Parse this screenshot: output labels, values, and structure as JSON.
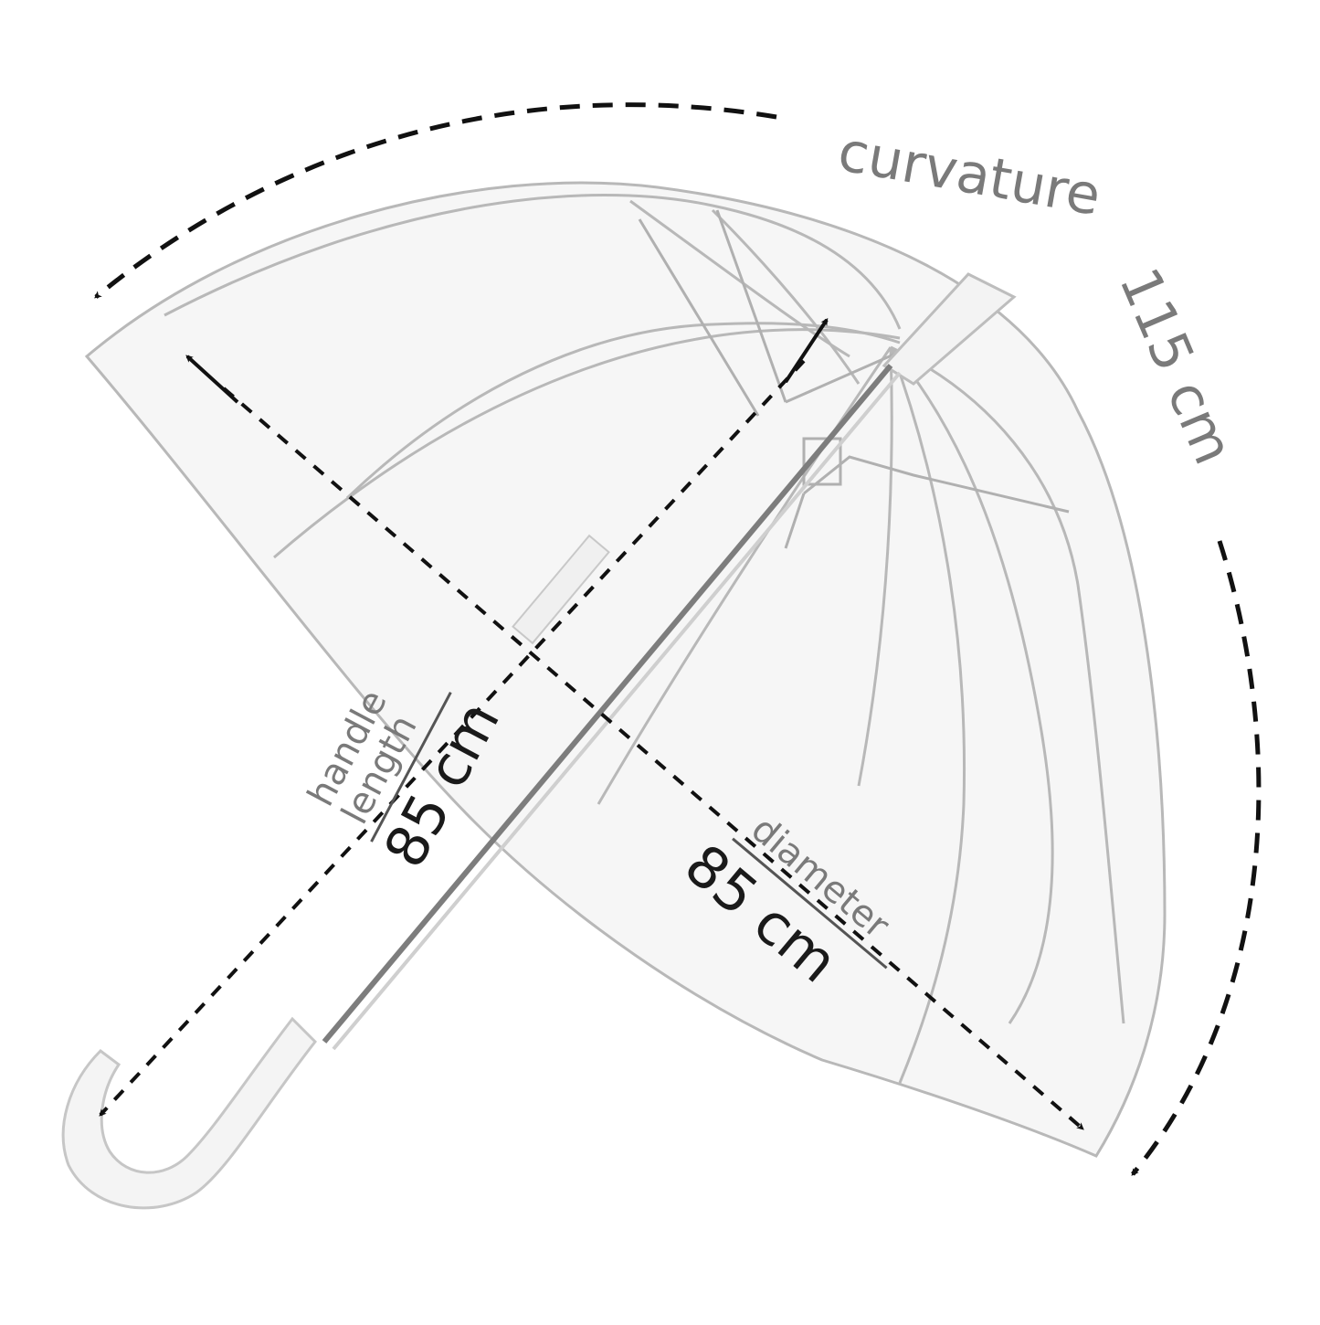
{
  "dimensions": {
    "curvature": {
      "label": "curvature",
      "value": "115 cm"
    },
    "handle": {
      "label_line1": "handle",
      "label_line2": "length",
      "value": "85 cm"
    },
    "diameter": {
      "label": "diameter",
      "value": "85 cm"
    }
  },
  "colors": {
    "arrow": "#111111",
    "outline": "#b8b8b8",
    "canopy": "#f6f6f6",
    "label": "#7a7a7a",
    "value": "#1a1a1a"
  },
  "icons": {
    "arrowhead": "arrowhead-icon",
    "umbrella": "umbrella-illustration"
  }
}
